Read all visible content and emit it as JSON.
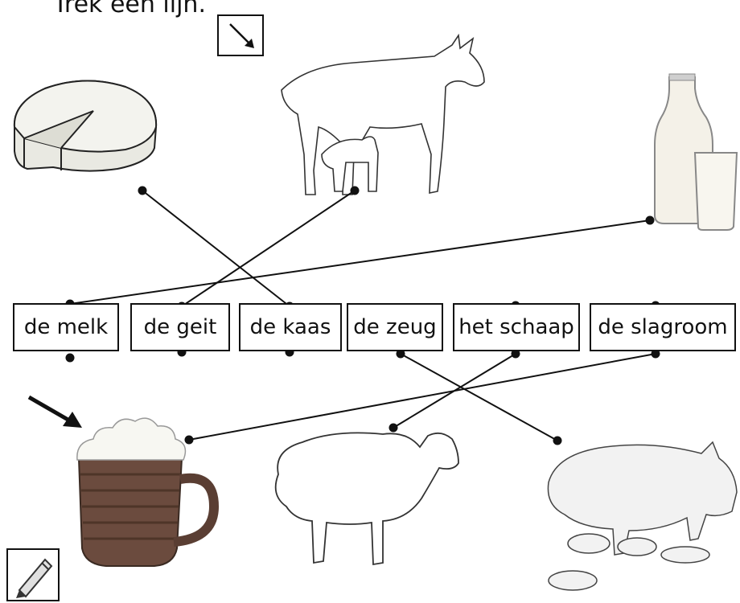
{
  "instruction": "Trek een lijn.",
  "words": [
    {
      "label": "de melk"
    },
    {
      "label": "de geit"
    },
    {
      "label": "de kaas"
    },
    {
      "label": "de zeug"
    },
    {
      "label": "het schaap"
    },
    {
      "label": "de slagroom"
    }
  ],
  "pictures": [
    "cheese-wheel",
    "goat-with-kid",
    "milk-bottle-and-glass",
    "whipped-cream-mug",
    "sheep",
    "sow-with-piglets"
  ],
  "colors": {
    "ink": "#111111",
    "milk": "#f4f1e8",
    "mug": "#6b4b3e",
    "cream": "#f7f7f2"
  }
}
